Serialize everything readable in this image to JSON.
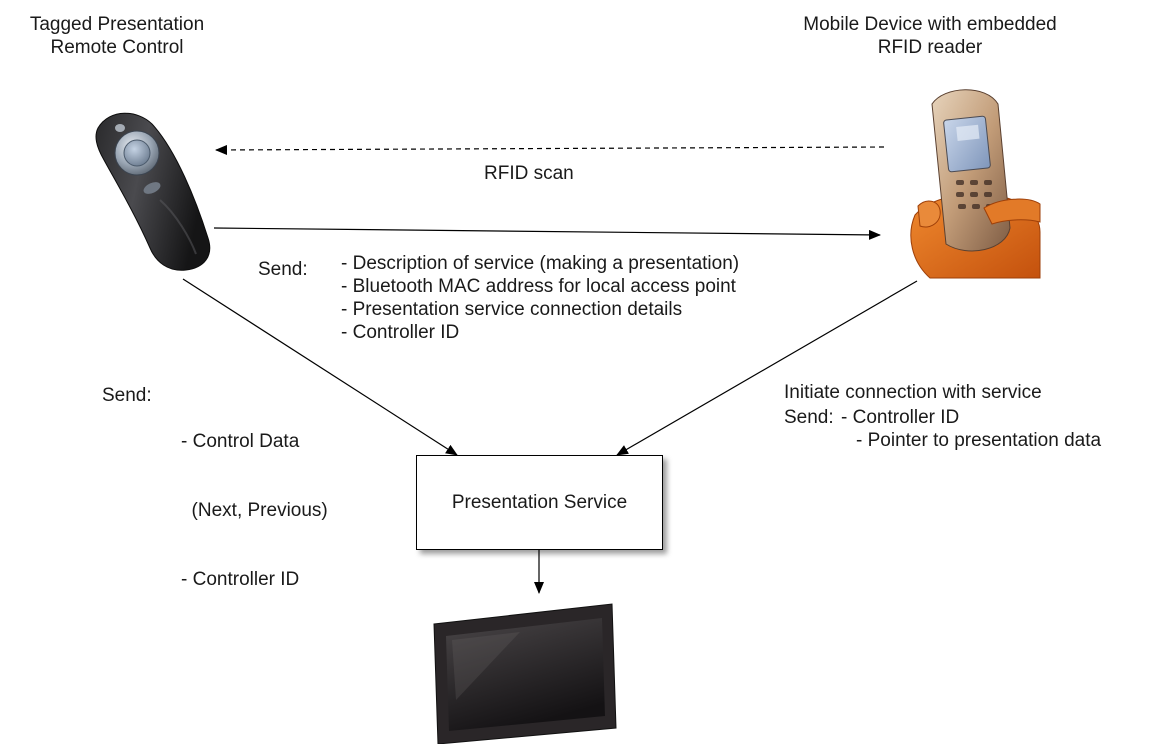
{
  "remote": {
    "title_line1": "Tagged Presentation",
    "title_line2": "Remote Control",
    "icon": "presentation-remote-icon"
  },
  "mobile": {
    "title_line1": "Mobile Device with embedded",
    "title_line2": "RFID reader",
    "icon": "mobile-phone-icon"
  },
  "rfid_scan_label": "RFID scan",
  "remote_to_mobile": {
    "prefix": "Send:",
    "items": [
      "- Description of service (making a presentation)",
      "- Bluetooth MAC address for local access point",
      "- Presentation service connection details",
      "- Controller ID"
    ]
  },
  "remote_to_service": {
    "prefix": "Send:",
    "items": [
      "- Control Data",
      "  (Next, Previous)",
      "- Controller ID"
    ]
  },
  "mobile_to_service": {
    "heading": "Initiate connection with service",
    "prefix": "Send:",
    "items": [
      "- Controller ID",
      "- Pointer to presentation data"
    ]
  },
  "service": {
    "label": "Presentation Service"
  },
  "display": {
    "icon": "flat-screen-display-icon"
  }
}
